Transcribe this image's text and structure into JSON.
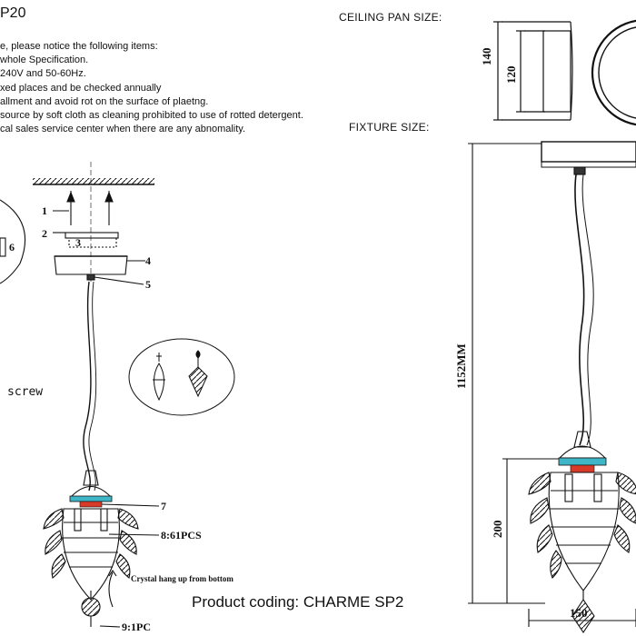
{
  "header": {
    "model_fragment": "P20"
  },
  "notes": {
    "intro": "e, please notice the following items:",
    "items": [
      "whole Specification.",
      "240V and 50-60Hz.",
      "xed places and be checked annually",
      "allment and avoid rot on the surface of plaetng.",
      "source by soft cloth as cleaning prohibited to use of rotted detergent.",
      "cal sales service center when there are any abnomality."
    ]
  },
  "ceiling_pan": {
    "title": "CEILING PAN  SIZE:",
    "dim_outer": "140",
    "dim_inner": "120"
  },
  "fixture": {
    "title": "FIXTURE SIZE:",
    "dim_height": "1152MM",
    "dim_body": "200",
    "dim_width": "150"
  },
  "installation": {
    "callouts": [
      "1",
      "2",
      "3",
      "4",
      "5",
      "6",
      "7",
      "8:61PCS",
      "9:1PC"
    ],
    "screw_label": "screw",
    "crystal_note": "Crystal hang up from bottom"
  },
  "product": {
    "coding": "Product coding: CHARME SP2"
  },
  "colors": {
    "line": "#111111",
    "accent_cyan": "#3fb6c8",
    "accent_red": "#d83a2a"
  }
}
